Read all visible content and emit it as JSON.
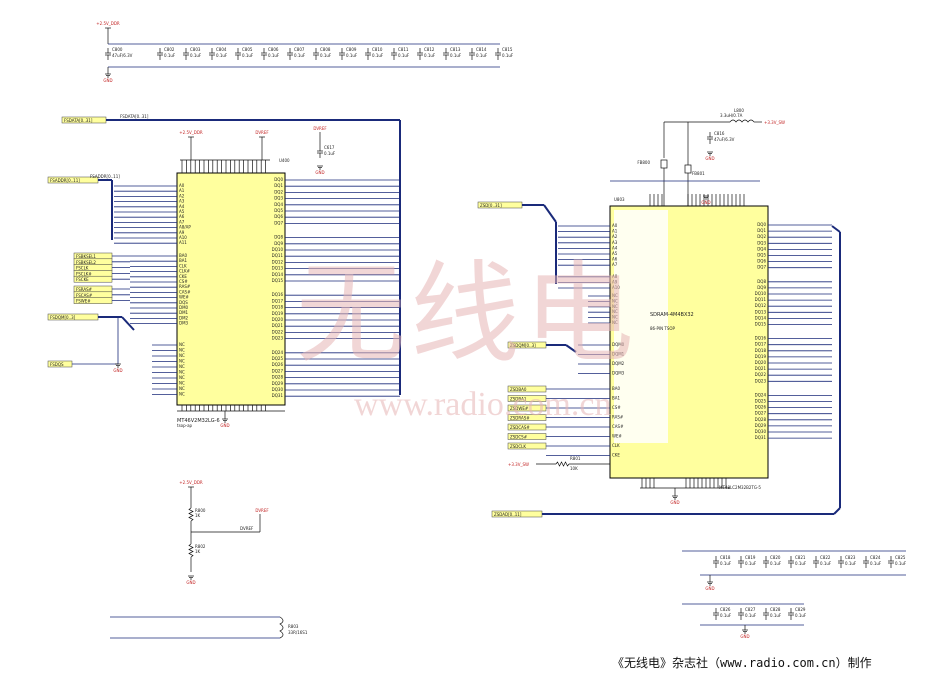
{
  "watermark": {
    "han": "无线电",
    "url": "www.radio.com.cn"
  },
  "footer": "《无线电》杂志社（www.radio.com.cn）制作",
  "top_bank": {
    "rail": "+2.5V_DDR",
    "bulk": {
      "ref": "C800",
      "value": "47uF/6.3V"
    },
    "caps": [
      {
        "ref": "C802",
        "value": "0.1uF"
      },
      {
        "ref": "C803",
        "value": "0.1uF"
      },
      {
        "ref": "C804",
        "value": "0.1uF"
      },
      {
        "ref": "C805",
        "value": "0.1uF"
      },
      {
        "ref": "C806",
        "value": "0.1uF"
      },
      {
        "ref": "C807",
        "value": "0.1uF"
      },
      {
        "ref": "C808",
        "value": "0.1uF"
      },
      {
        "ref": "C809",
        "value": "0.1uF"
      },
      {
        "ref": "C810",
        "value": "0.1uF"
      },
      {
        "ref": "C811",
        "value": "0.1uF"
      },
      {
        "ref": "C812",
        "value": "0.1uF"
      },
      {
        "ref": "C813",
        "value": "0.1uF"
      },
      {
        "ref": "C814",
        "value": "0.1uF"
      },
      {
        "ref": "C815",
        "value": "0.1uF"
      }
    ]
  },
  "left_chip": {
    "ref": "U400",
    "part": "MT46V2M32LG-6",
    "rail": "+2.5V_DDR",
    "vref": "DVREF",
    "gnd": "GND",
    "bus_label": "FSDATA[0..31]",
    "addr_bus": "FSADDR[0..11]",
    "addr_pins": [
      "A0",
      "A1",
      "A2",
      "A3",
      "A4",
      "A5",
      "A6",
      "A7",
      "A8/AP",
      "A9",
      "A10",
      "A11"
    ],
    "ctrl_pins": [
      "BA0",
      "BA1",
      "CLK",
      "CLK#",
      "CKE",
      "CS#",
      "RAS#",
      "CAS#",
      "WE#",
      "DQS",
      "DM0",
      "DM1",
      "DM2",
      "DM3"
    ],
    "nc_pins": [
      "NC",
      "NC",
      "NC",
      "NC",
      "NC",
      "NC",
      "NC",
      "NC",
      "NC",
      "NC"
    ],
    "inputs": [
      "FSBKSEL1",
      "FSBKSEL2",
      "FSCLK",
      "FSCLK#",
      "FSCKE",
      "FSRAS#",
      "FSCAS#",
      "FSWE#"
    ],
    "dqm_bus": "FSDQM[0..3]",
    "dqs": "FSDQS",
    "cap": {
      "ref": "C617",
      "value": "0.1uF"
    },
    "vref_label": "DVREF"
  },
  "right_chip": {
    "ref": "U803",
    "part": "SDRAM-4M4BX32",
    "package": "86-PIN TSOP",
    "part2": "MT48LC2M32B2TG-5",
    "bus_label": "ZSD[0..31]",
    "dqm_bus": "ZSDQM[0..3]",
    "addr_pins": [
      "A0",
      "A1",
      "A2",
      "A3",
      "A4",
      "A5",
      "A6",
      "A7",
      "A8",
      "A9",
      "A10"
    ],
    "nc_pins": [
      "NC",
      "NC",
      "NC",
      "NC",
      "NC",
      "NC"
    ],
    "dqm_pins": [
      "DQM0",
      "DQM1",
      "DQM2",
      "DQM3"
    ],
    "ctrl_pins": [
      "BA0",
      "BA1",
      "CS#",
      "RAS#",
      "CAS#",
      "WE#",
      "CLK",
      "CKE"
    ],
    "inputs": [
      "ZSDBA0",
      "ZSDBA1",
      "ZSDWE#",
      "ZSDRAS#",
      "ZSDCAS#",
      "ZSDCS#",
      "ZSDCLK"
    ],
    "bottom_bus": "ZSDAD[0..11]",
    "inductor": {
      "ref": "L800",
      "value": "3.3uH/0.7A"
    },
    "rail": "+3.3V_SW",
    "cap": {
      "ref": "C816",
      "value": "47uF/6.3V"
    },
    "fb": [
      "FB800",
      "FB801"
    ],
    "r_pull": {
      "ref": "R801",
      "value": "10K"
    },
    "gnd": "GND"
  },
  "divider": {
    "rail": "+2.5V_DDR",
    "r1": {
      "ref": "R800",
      "value": "1K"
    },
    "r2": {
      "ref": "R802",
      "value": "1K"
    },
    "net": "DVREF",
    "gnd": "GND"
  },
  "right_bank": {
    "row1": [
      {
        "ref": "C818",
        "value": "0.1uF"
      },
      {
        "ref": "C819",
        "value": "0.1uF"
      },
      {
        "ref": "C820",
        "value": "0.1uF"
      },
      {
        "ref": "C821",
        "value": "0.1uF"
      },
      {
        "ref": "C822",
        "value": "0.1uF"
      },
      {
        "ref": "C823",
        "value": "0.1uF"
      },
      {
        "ref": "C824",
        "value": "0.1uF"
      },
      {
        "ref": "C825",
        "value": "0.1uF"
      }
    ],
    "row2": [
      {
        "ref": "C826",
        "value": "0.1uF"
      },
      {
        "ref": "C827",
        "value": "0.1uF"
      },
      {
        "ref": "C828",
        "value": "0.1uF"
      },
      {
        "ref": "C829",
        "value": "0.1uF"
      }
    ],
    "gnd": "GND"
  },
  "bottom_res": {
    "ref": "R803",
    "value": "33R/16S1"
  },
  "colors": {
    "wire": "#1a2a7a",
    "chip": "#ffff9e",
    "label": "#ffff9e",
    "power": "#c22222",
    "ink": "#111111"
  }
}
